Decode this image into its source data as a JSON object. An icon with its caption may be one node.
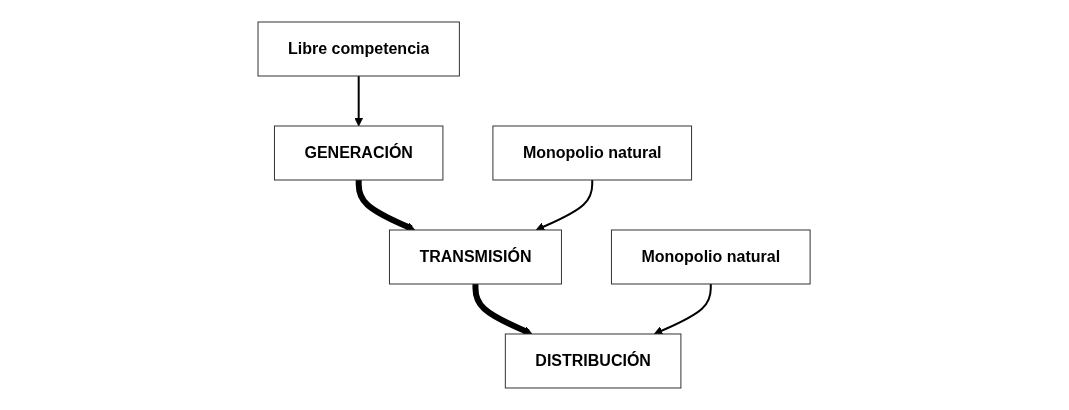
{
  "diagram": {
    "nodes": [
      {
        "text": [
          "GENERACIÓN"
        ]
      },
      {
        "text": [
          "Libre competencia"
        ]
      },
      {
        "text": [
          "TRANSMISIÓN"
        ]
      },
      {
        "text": [
          "Monopolio natural"
        ]
      },
      {
        "text": [
          "DISTRIBUCIÓN"
        ]
      },
      {
        "text": [
          "Monopolio natural"
        ]
      }
    ],
    "edges": [
      {
        "from": 1,
        "to": 0,
        "arrow": "to"
      },
      {
        "from": 0,
        "to": 2,
        "arrow": "to",
        "style": "thick"
      },
      {
        "from": 3,
        "to": 2,
        "arrow": "to"
      },
      {
        "from": 2,
        "to": 4,
        "arrow": "to",
        "style": "thick"
      },
      {
        "from": 5,
        "to": 4,
        "arrow": "to"
      }
    ]
  }
}
